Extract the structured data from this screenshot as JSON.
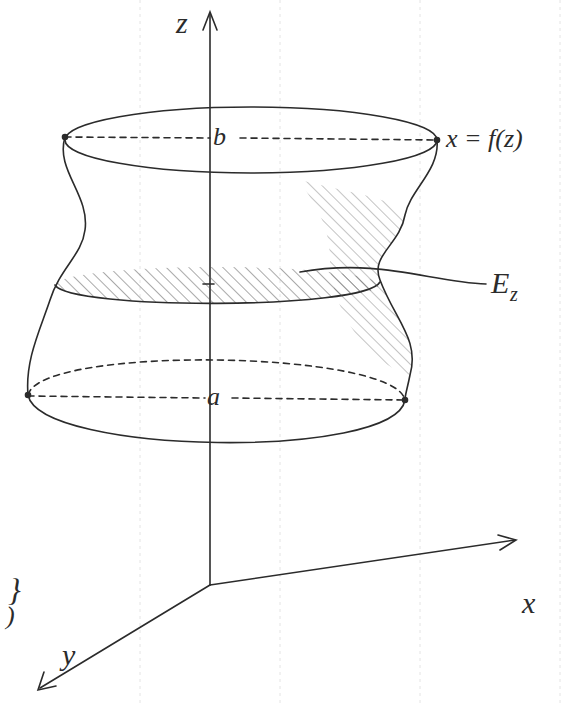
{
  "diagram": {
    "labels": [
      "z",
      "b",
      "x = f(z)",
      "E",
      "z",
      "a",
      "x",
      "y",
      "}",
      ")"
    ]
  }
}
